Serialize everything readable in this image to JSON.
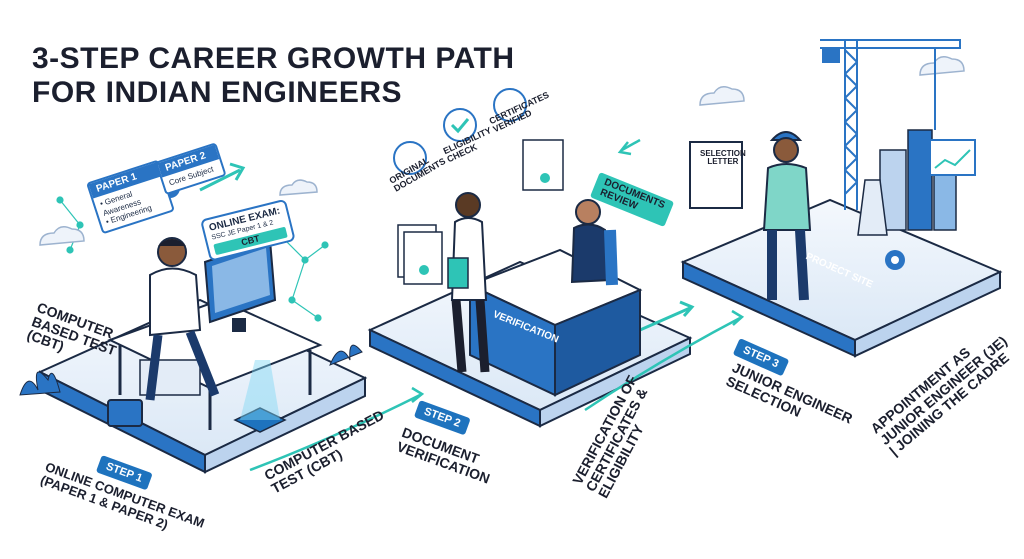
{
  "title": {
    "line1": "3-STEP CAREER GROWTH PATH",
    "line2": "FOR INDIAN ENGINEERS"
  },
  "step1": {
    "tag": "STEP 1",
    "label_line1": "ONLINE COMPUTER EXAM",
    "label_line2": "(PAPER 1 & PAPER 2)",
    "side_label_line1": "COMPUTER",
    "side_label_line2": "BASED TEST",
    "side_label_line3": "(CBT)",
    "paper1_head": "PAPER 1",
    "paper1_item1": "• General Awareness",
    "paper1_item2": "• Engineering",
    "paper2_head": "PAPER 2",
    "paper2_item": "Core Subject",
    "exam_line1": "ONLINE EXAM:",
    "exam_line2": "SSC JE Paper 1 & 2",
    "exam_button": "CBT"
  },
  "connector1": {
    "line1": "COMPUTER BASED",
    "line2": "TEST (CBT)"
  },
  "step2": {
    "tag": "STEP 2",
    "label_line1": "DOCUMENT",
    "label_line2": "VERIFICATION",
    "doc1_line1": "ORIGINAL",
    "doc1_line2": "DOCUMENTS",
    "doc2_line1": "ELIGIBILITY",
    "doc2_line2": "CHECK",
    "doc3_line1": "CERTIFICATES",
    "doc3_line2": "VERIFIED",
    "review_line1": "DOCUMENTS",
    "review_line2": "REVIEW",
    "desk_label": "VERIFICATION"
  },
  "connector2": {
    "line1": "VERIFICATION OF",
    "line2": "CERTIFICATES &",
    "line3": "ELIGIBILITY"
  },
  "step3": {
    "tag": "STEP 3",
    "label_line1": "JUNIOR ENGINEER",
    "label_line2": "SELECTION",
    "letter_line1": "SELECTION",
    "letter_line2": "LETTER",
    "site_label": "PROJECT SITE",
    "final_line1": "APPOINTMENT AS",
    "final_line2": "JUNIOR ENGINEER (JE)",
    "final_line3": "| JOINING THE CADRE"
  },
  "colors": {
    "primary": "#2a74c4",
    "dark": "#1b1f2e",
    "accent": "#2ec4b6",
    "platform": "#e8f1fb"
  }
}
